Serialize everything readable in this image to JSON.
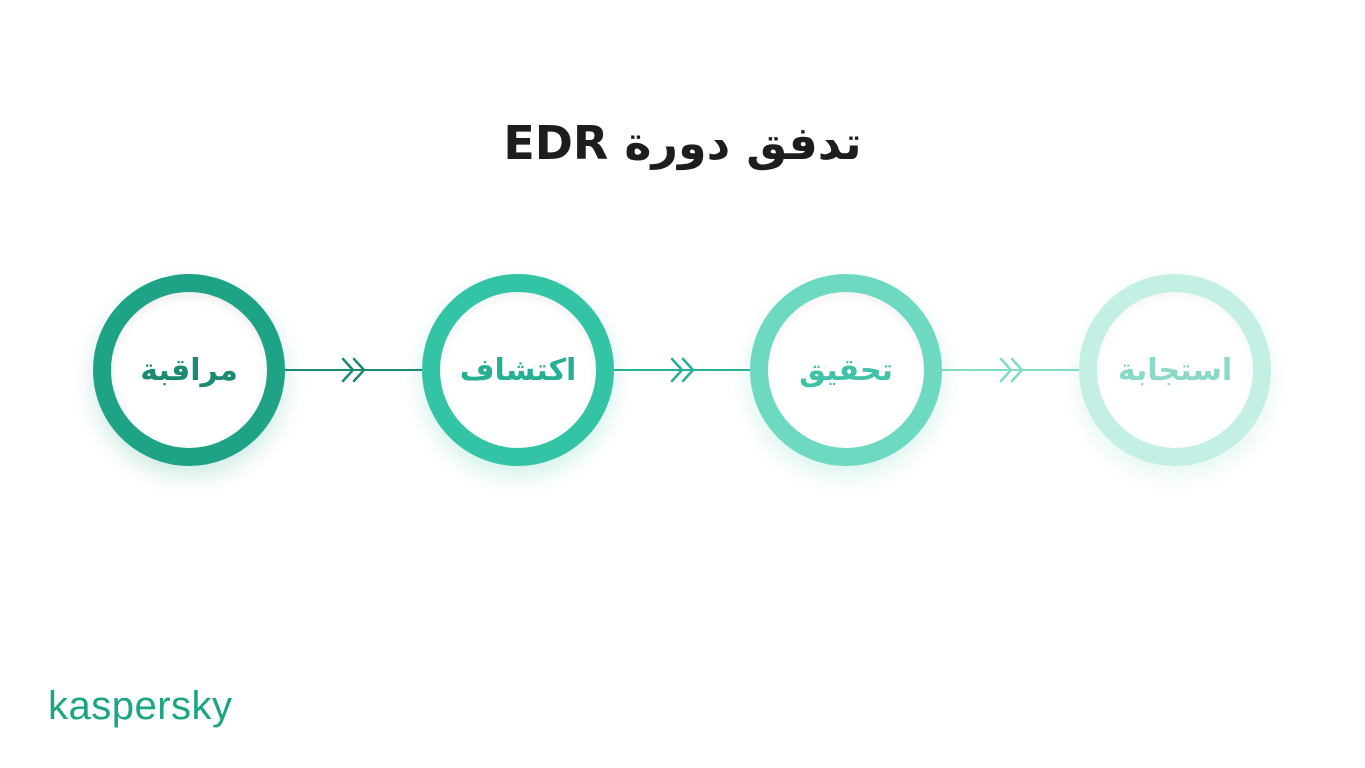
{
  "diagram": {
    "title": "تدفق دورة EDR",
    "steps": [
      {
        "label": "مراقبة",
        "color": "#1ea387"
      },
      {
        "label": "اكتشاف",
        "color": "#33c4a6"
      },
      {
        "label": "تحقيق",
        "color": "#6ed9c1"
      },
      {
        "label": "استجابة",
        "color": "#c4efe4"
      }
    ],
    "connector_colors": [
      "#1b8a72",
      "#25b094",
      "#6ed9c1"
    ]
  },
  "brand": {
    "logo_text": "kaspersky",
    "color": "#1aa584"
  }
}
